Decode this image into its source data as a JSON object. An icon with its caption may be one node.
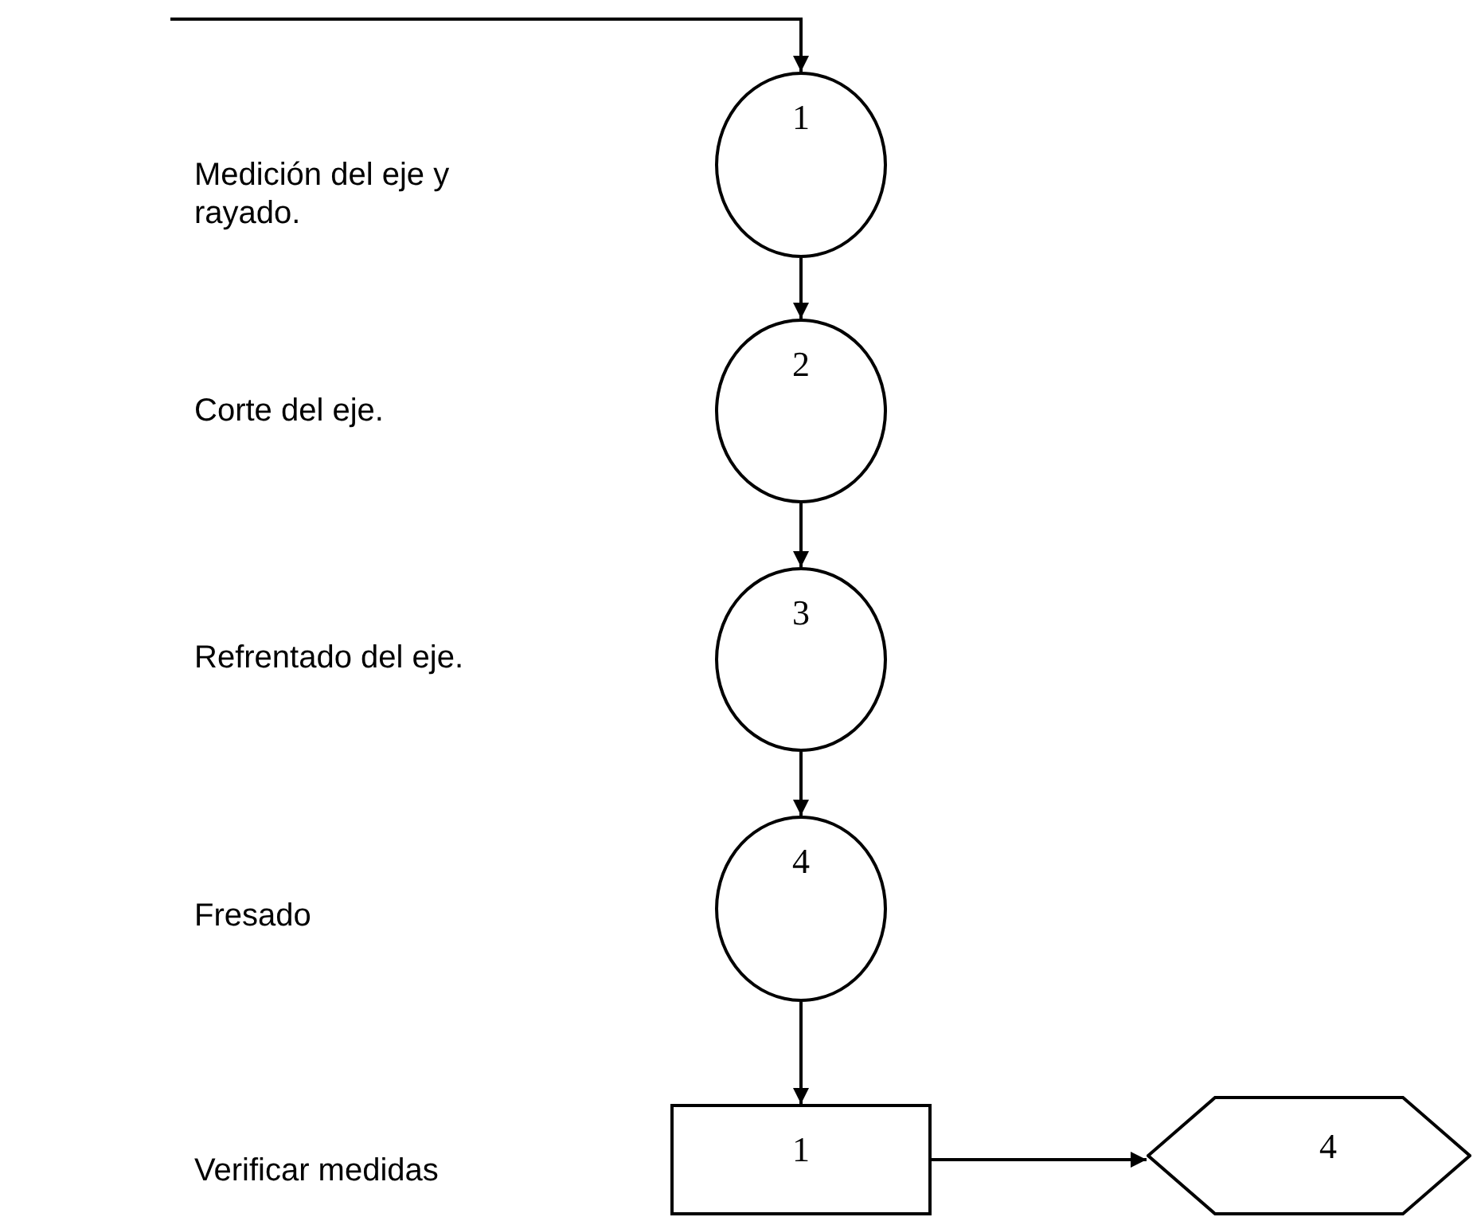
{
  "diagram": {
    "nodes": [
      {
        "text": [
          "1"
        ]
      },
      {
        "text": [
          "2"
        ]
      },
      {
        "text": [
          "3"
        ]
      },
      {
        "text": [
          "4"
        ]
      },
      {
        "text": [
          "1"
        ]
      },
      {
        "text": [
          "4"
        ]
      }
    ],
    "edges": [
      {
        "from": null,
        "to": 0,
        "arrow": "to"
      },
      {
        "from": 0,
        "to": 1,
        "arrow": "to"
      },
      {
        "from": 1,
        "to": 2,
        "arrow": "to"
      },
      {
        "from": 2,
        "to": 3,
        "arrow": "to"
      },
      {
        "from": 3,
        "to": 4,
        "arrow": "to"
      },
      {
        "from": 4,
        "to": 5,
        "arrow": "to"
      }
    ],
    "labels": [
      "Medición del eje y rayado.",
      "Corte del eje.",
      "Refrentado del eje.",
      "Fresado",
      "Verificar medidas"
    ]
  }
}
